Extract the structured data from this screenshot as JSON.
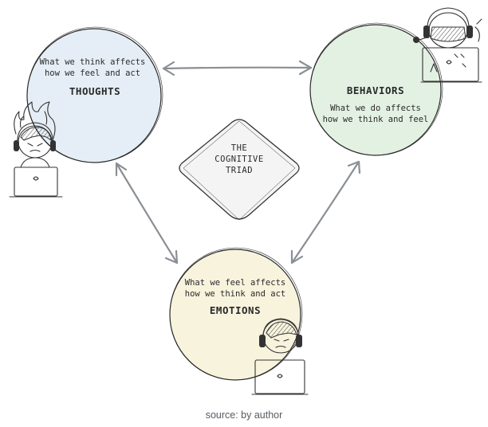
{
  "nodes": {
    "thoughts": {
      "desc_line1": "What we think affects",
      "desc_line2": "how we feel and act",
      "title": "THOUGHTS",
      "fill": "#e5eef6"
    },
    "behaviors": {
      "title": "BEHAVIORS",
      "desc_line1": "What we do affects",
      "desc_line2": "how we think and feel",
      "fill": "#e3f1e2"
    },
    "emotions": {
      "desc_line1": "What we feel affects",
      "desc_line2": "how we think and act",
      "title": "EMOTIONS",
      "fill": "#f7f3dd"
    }
  },
  "center": {
    "line1": "THE",
    "line2": "COGNITIVE",
    "line3": "TRIAD",
    "fill": "#f4f4f4"
  },
  "icons": [
    "stressed-person-laptop-icon",
    "person-headphones-laptop-icon",
    "person-headphones-laptop-icon"
  ],
  "caption": "source: by author"
}
